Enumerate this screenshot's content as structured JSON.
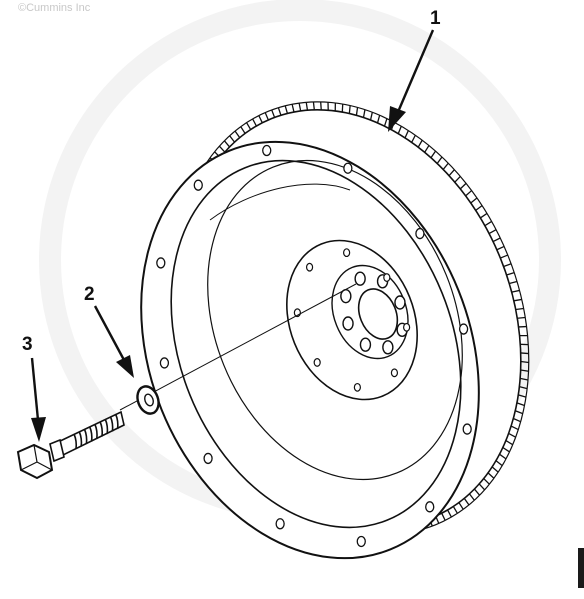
{
  "copyright": "©Cummins Inc",
  "callouts": {
    "flywheel": "1",
    "washer": "2",
    "capscrew": "3"
  },
  "colors": {
    "line": "#111111",
    "background": "#ffffff",
    "watermark": "#f1f1f1"
  }
}
